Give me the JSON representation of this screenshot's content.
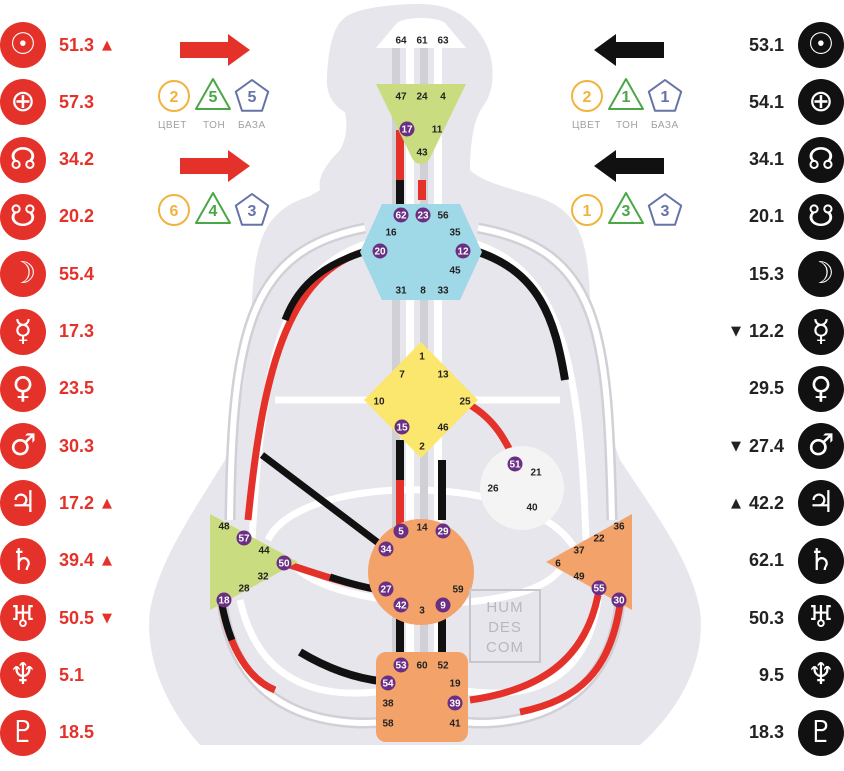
{
  "design": [
    {
      "symbol": "☉",
      "value": "51.3",
      "mark": "▲"
    },
    {
      "symbol": "⊕",
      "value": "57.3",
      "mark": ""
    },
    {
      "symbol": "☊",
      "value": "34.2",
      "mark": ""
    },
    {
      "symbol": "☋",
      "value": "20.2",
      "mark": ""
    },
    {
      "symbol": "☽",
      "value": "55.4",
      "mark": ""
    },
    {
      "symbol": "☿",
      "value": "17.3",
      "mark": ""
    },
    {
      "symbol": "♀",
      "value": "23.5",
      "mark": ""
    },
    {
      "symbol": "♂",
      "value": "30.3",
      "mark": ""
    },
    {
      "symbol": "♃",
      "value": "17.2",
      "mark": "▲"
    },
    {
      "symbol": "♄",
      "value": "39.4",
      "mark": "▲"
    },
    {
      "symbol": "♅",
      "value": "50.5",
      "mark": "▼"
    },
    {
      "symbol": "♆",
      "value": "5.1",
      "mark": ""
    },
    {
      "symbol": "♇",
      "value": "18.5",
      "mark": ""
    }
  ],
  "personality": [
    {
      "symbol": "☉",
      "value": "53.1",
      "mark": ""
    },
    {
      "symbol": "⊕",
      "value": "54.1",
      "mark": ""
    },
    {
      "symbol": "☊",
      "value": "34.1",
      "mark": ""
    },
    {
      "symbol": "☋",
      "value": "20.1",
      "mark": ""
    },
    {
      "symbol": "☽",
      "value": "15.3",
      "mark": ""
    },
    {
      "symbol": "☿",
      "value": "12.2",
      "mark": "▼"
    },
    {
      "symbol": "♀",
      "value": "29.5",
      "mark": ""
    },
    {
      "symbol": "♂",
      "value": "27.4",
      "mark": "▼"
    },
    {
      "symbol": "♃",
      "value": "42.2",
      "mark": "▲"
    },
    {
      "symbol": "♄",
      "value": "62.1",
      "mark": ""
    },
    {
      "symbol": "♅",
      "value": "50.3",
      "mark": ""
    },
    {
      "symbol": "♆",
      "value": "9.5",
      "mark": ""
    },
    {
      "symbol": "♇",
      "value": "18.3",
      "mark": ""
    }
  ],
  "variables": {
    "labels": {
      "color": "ЦВЕТ",
      "tone": "ТОН",
      "base": "БАЗА"
    },
    "design_top": {
      "color": "2",
      "tone": "5",
      "base": "5"
    },
    "design_bottom": {
      "color": "6",
      "tone": "4",
      "base": "3"
    },
    "personality_top": {
      "color": "2",
      "tone": "1",
      "base": "1"
    },
    "personality_bottom": {
      "color": "1",
      "tone": "3",
      "base": "3"
    }
  },
  "centers": {
    "head": {
      "gates": [
        "64",
        "61",
        "63"
      ]
    },
    "ajna": {
      "gates": [
        "47",
        "24",
        "4",
        "17",
        "11",
        "43"
      ]
    },
    "throat": {
      "gates": [
        "62",
        "23",
        "56",
        "16",
        "35",
        "20",
        "12",
        "45",
        "31",
        "8",
        "33"
      ]
    },
    "g": {
      "gates": [
        "1",
        "7",
        "13",
        "10",
        "25",
        "15",
        "46",
        "2"
      ]
    },
    "heart": {
      "gates": [
        "51",
        "21",
        "26",
        "40"
      ]
    },
    "spleen": {
      "gates": [
        "48",
        "57",
        "44",
        "50",
        "32",
        "28",
        "18"
      ]
    },
    "sacral": {
      "gates": [
        "5",
        "14",
        "29",
        "34",
        "27",
        "59",
        "42",
        "3",
        "9"
      ]
    },
    "solar": {
      "gates": [
        "36",
        "22",
        "37",
        "6",
        "49",
        "55",
        "30"
      ]
    },
    "root": {
      "gates": [
        "53",
        "60",
        "52",
        "54",
        "19",
        "38",
        "39",
        "58",
        "41"
      ]
    }
  },
  "active_gates": [
    "17",
    "62",
    "23",
    "20",
    "12",
    "15",
    "51",
    "57",
    "50",
    "18",
    "5",
    "29",
    "34",
    "27",
    "42",
    "9",
    "55",
    "30",
    "53",
    "54",
    "39"
  ],
  "watermark": [
    "HUM",
    "DES",
    "COM"
  ],
  "colors": {
    "design": "#e4322b",
    "personality": "#111111",
    "head_center": "#ffffff",
    "ajna_center": "#c9dc80",
    "throat_center": "#9fd8e6",
    "g_center": "#fbe66e",
    "heart_center": "#f4f4f4",
    "spleen_center": "#c9dc80",
    "sacral_center": "#f3a26a",
    "solar_center": "#f3a26a",
    "root_center": "#f3a26a",
    "active_gate": "#6a2f83",
    "silhouette": "#e6e6ec",
    "channel_inactive": "#d0d0d6",
    "var_color": "#f2b33d",
    "var_tone": "#4aa745",
    "var_base": "#6673a7"
  }
}
